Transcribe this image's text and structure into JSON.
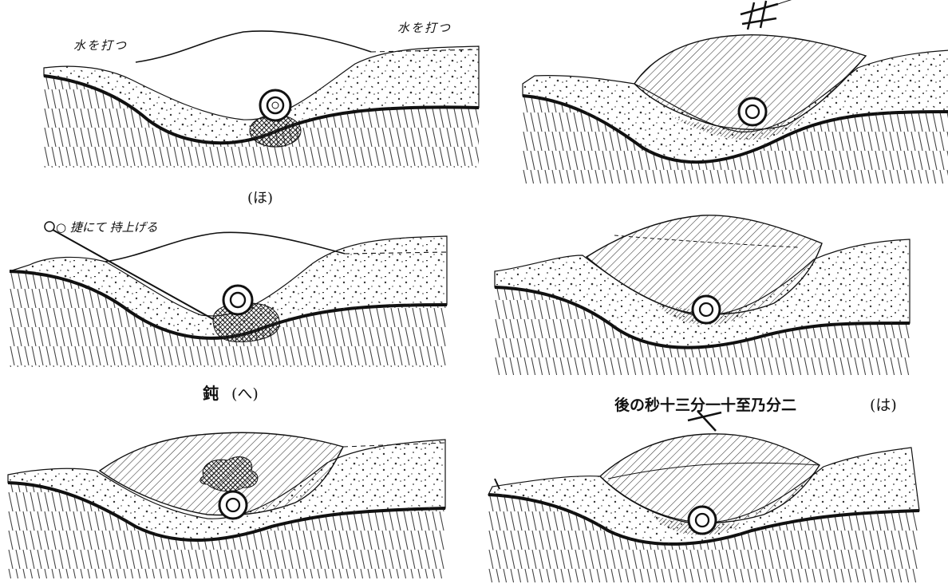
{
  "captions": {
    "ho": "(ほ)",
    "he_prefix": "鈍",
    "he": "(へ)",
    "ha_text": "後の秒十三分一十至乃分二",
    "ha": "(は)"
  },
  "annotations": {
    "water_left": "水を打つ",
    "water_right": "水を打つ",
    "lift_note": "○ 捷にて 持上げる"
  },
  "colors": {
    "ink": "#111111",
    "paper": "#ffffff",
    "hatch": "#333333",
    "gravel": "#444444"
  }
}
